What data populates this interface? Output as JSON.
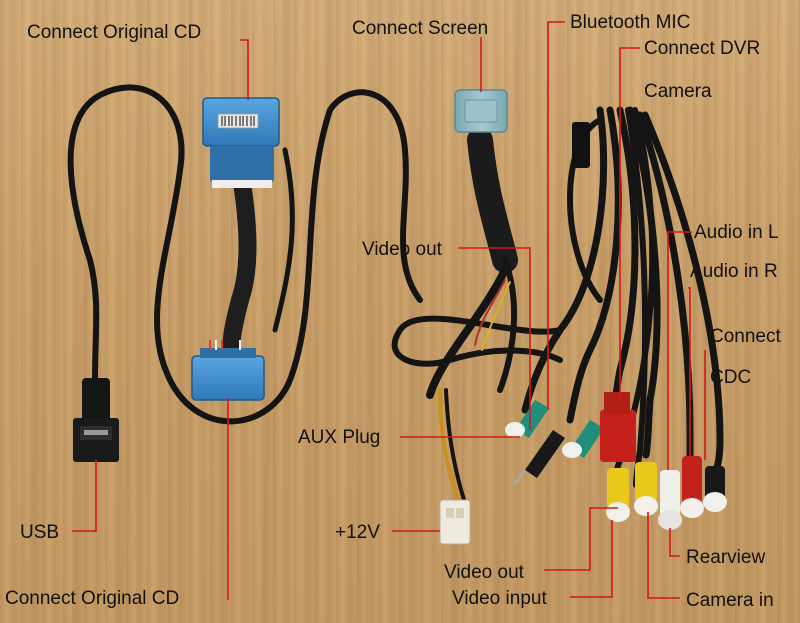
{
  "labels": {
    "connect_original_cd_top": "Connect Original CD",
    "connect_screen": "Connect Screen",
    "bluetooth_mic": "Bluetooth MIC",
    "connect_dvr": "Connect DVR",
    "camera": "Camera",
    "video_out_top": "Video out",
    "audio_in_l": "Audio in L",
    "audio_in_r": "Audio in R",
    "connect": "Connect",
    "cdc": "CDC",
    "aux_plug": "AUX Plug",
    "usb": "USB",
    "plus_12v": "+12V",
    "rearview": "Rearview",
    "video_out_bottom": "Video out",
    "video_input": "Video input",
    "connect_original_cd_bottom": "Connect Original CD",
    "camera_in": "Camera in"
  },
  "colors": {
    "background": "#c9a06a",
    "leader_line": "#d41818",
    "cable": "#141414",
    "connector_blue": "#3f8fd0",
    "screen_connector": "#8fb7c0",
    "rca_red": "#c4211c",
    "rca_yellow": "#e8c81a",
    "rca_white": "#eeeeea",
    "rca_teal": "#2aa08a"
  }
}
